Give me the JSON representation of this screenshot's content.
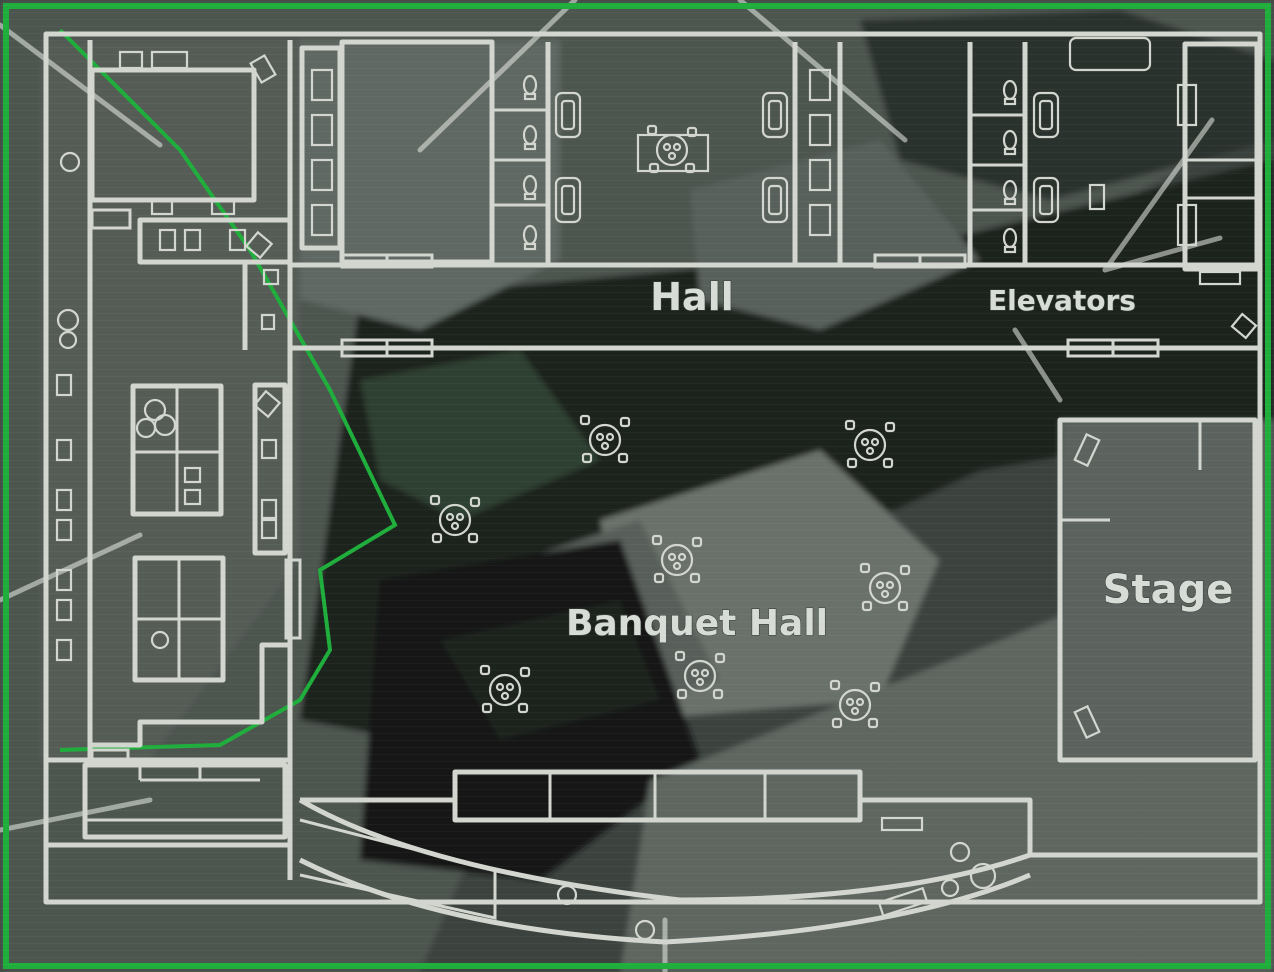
{
  "map": {
    "labels": {
      "hall": "Hall",
      "elevators": "Elevators",
      "stage": "Stage",
      "banquet_hall": "Banquet Hall"
    },
    "colors": {
      "background": "#2b322e",
      "aerial_dark": "#161c19",
      "aerial_mid": "#5a615c",
      "wall": "#d2d6cf",
      "frame_green": "#1fae3c",
      "label_fill": "#d7dcd6"
    },
    "icons": [
      "banquet-table-icon",
      "sofa-icon",
      "toilet-icon",
      "elevator-icon"
    ],
    "overlay": "scanlines"
  }
}
